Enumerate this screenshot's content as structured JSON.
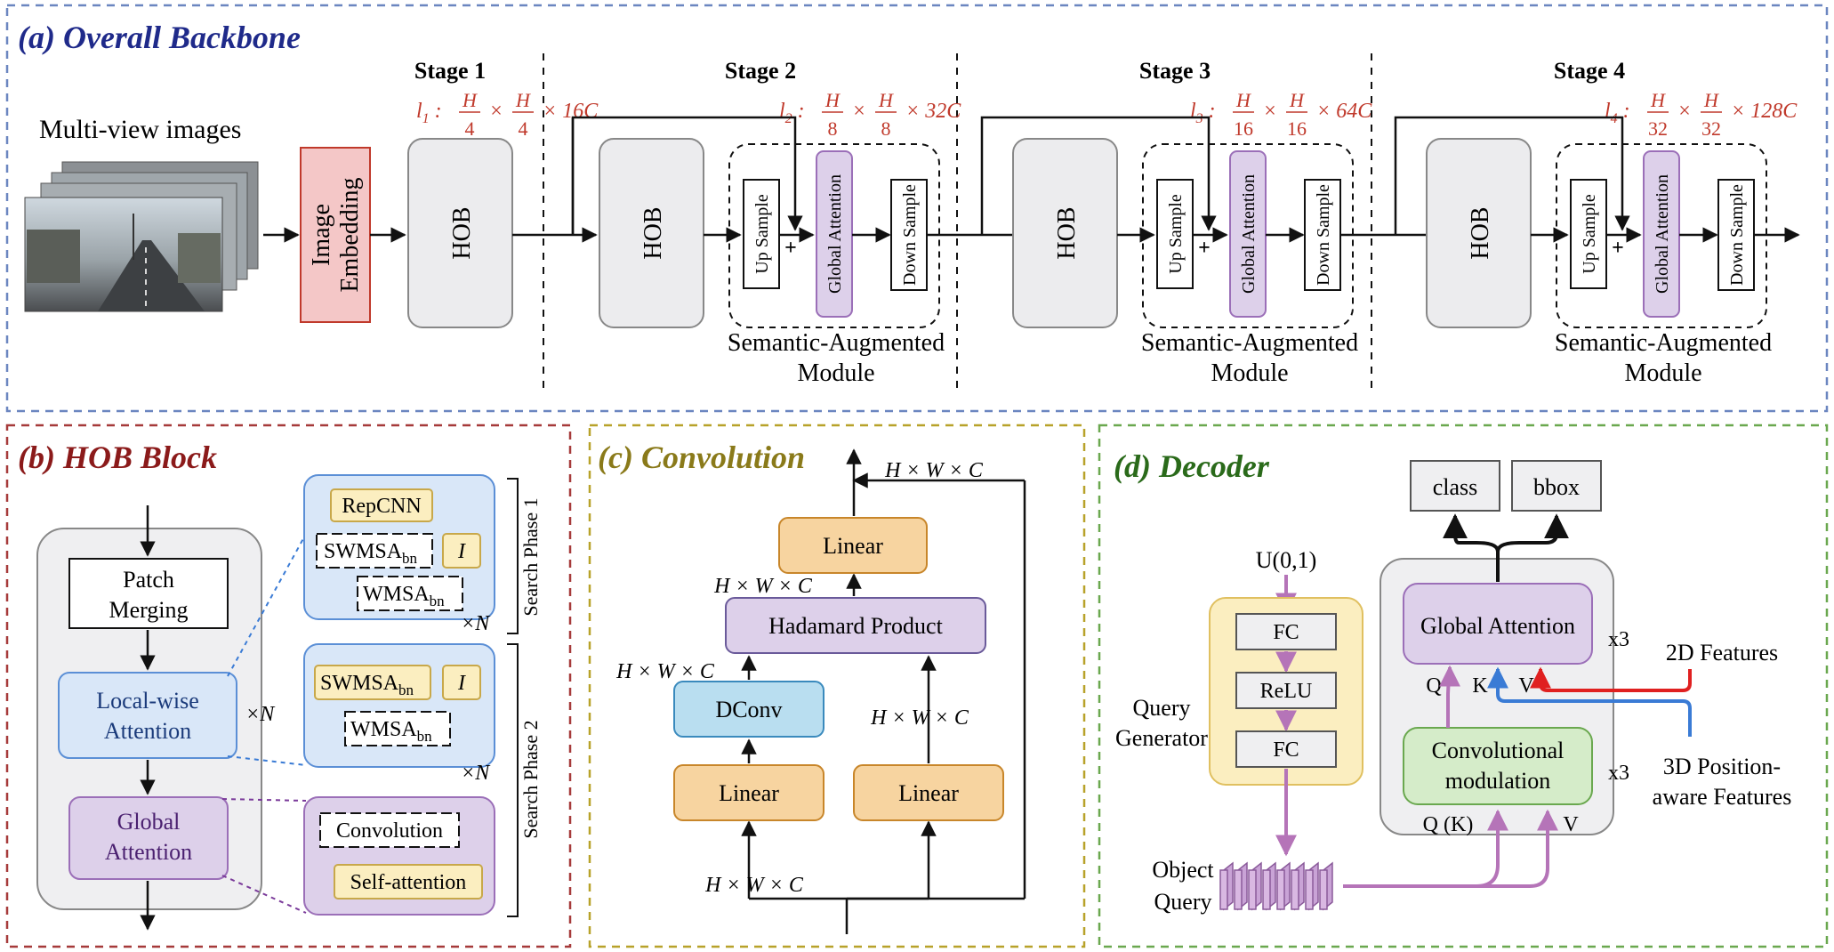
{
  "colors": {
    "panel_a": "#6b86c0",
    "panel_b": "#a63a3a",
    "panel_c": "#b8a22a",
    "panel_d": "#6aa84f",
    "title_a": "#1f2a8a",
    "title_b": "#8b1a1a",
    "title_c": "#8a7a1a",
    "title_d": "#2a6a1a",
    "accent_red": "#c0392b",
    "hob_fill": "#ececee",
    "embed_fill": "#f4c7c7",
    "global_fill": "#ddd0ea",
    "orange_fill": "#f7d4a0",
    "blue_fill": "#b9def0",
    "green_fill": "#d5ecc9",
    "yellow_fill": "#fbeec0",
    "lightblue_fill": "#d9e7f8"
  },
  "panel_a": {
    "title": "(a) Overall Backbone",
    "input_label": "Multi-view images",
    "embedding": [
      "Image",
      "Embedding"
    ],
    "hob": "HOB",
    "stages": [
      "Stage 1",
      "Stage 2",
      "Stage 3",
      "Stage 4"
    ],
    "sam_label": [
      "Semantic-Augmented",
      "Module"
    ],
    "up_sample": "Up Sample",
    "global_attention": "Global Attention",
    "down_sample": "Down Sample",
    "plus": "+",
    "res": [
      {
        "l": "l",
        "sub": "1",
        "num": "H",
        "den": "4",
        "ch": "16C"
      },
      {
        "l": "l",
        "sub": "2",
        "num": "H",
        "den": "8",
        "ch": "32C"
      },
      {
        "l": "l",
        "sub": "3",
        "num": "H",
        "den": "16",
        "ch": "64C"
      },
      {
        "l": "l",
        "sub": "4",
        "num": "H",
        "den": "32",
        "ch": "128C"
      }
    ],
    "times": "×",
    "colon": ":"
  },
  "panel_b": {
    "title": "(b) HOB Block",
    "patch_merging": [
      "Patch",
      "Merging"
    ],
    "local_attention": [
      "Local-wise",
      "Attention"
    ],
    "global_attention": [
      "Global",
      "Attention"
    ],
    "times_n": "×N",
    "search_phase_1": "Search Phase 1",
    "search_phase_2": "Search Phase 2",
    "repcnn": "RepCNN",
    "swmsa": "SWMSA",
    "wmsa": "WMSA",
    "bn": "bn",
    "identity": "I",
    "convolution": "Convolution",
    "self_attention": "Self-attention"
  },
  "panel_c": {
    "title": "(c) Convolution",
    "linear": "Linear",
    "hadamard": "Hadamard Product",
    "dconv": "DConv",
    "hwc": "H × W × C"
  },
  "panel_d": {
    "title": "(d) Decoder",
    "class": "class",
    "bbox": "bbox",
    "u01": "U(0,1)",
    "fc": "FC",
    "relu": "ReLU",
    "query_generator": [
      "Query",
      "Generator"
    ],
    "object_query": [
      "Object",
      "Query"
    ],
    "global_attention": "Global Attention",
    "conv_mod": [
      "Convolutional",
      "modulation"
    ],
    "x3": "x3",
    "q": "Q",
    "k": "K",
    "v": "V",
    "qk": "Q (K)",
    "features_2d": "2D Features",
    "features_3d": [
      "3D Position-",
      "aware Features"
    ]
  }
}
